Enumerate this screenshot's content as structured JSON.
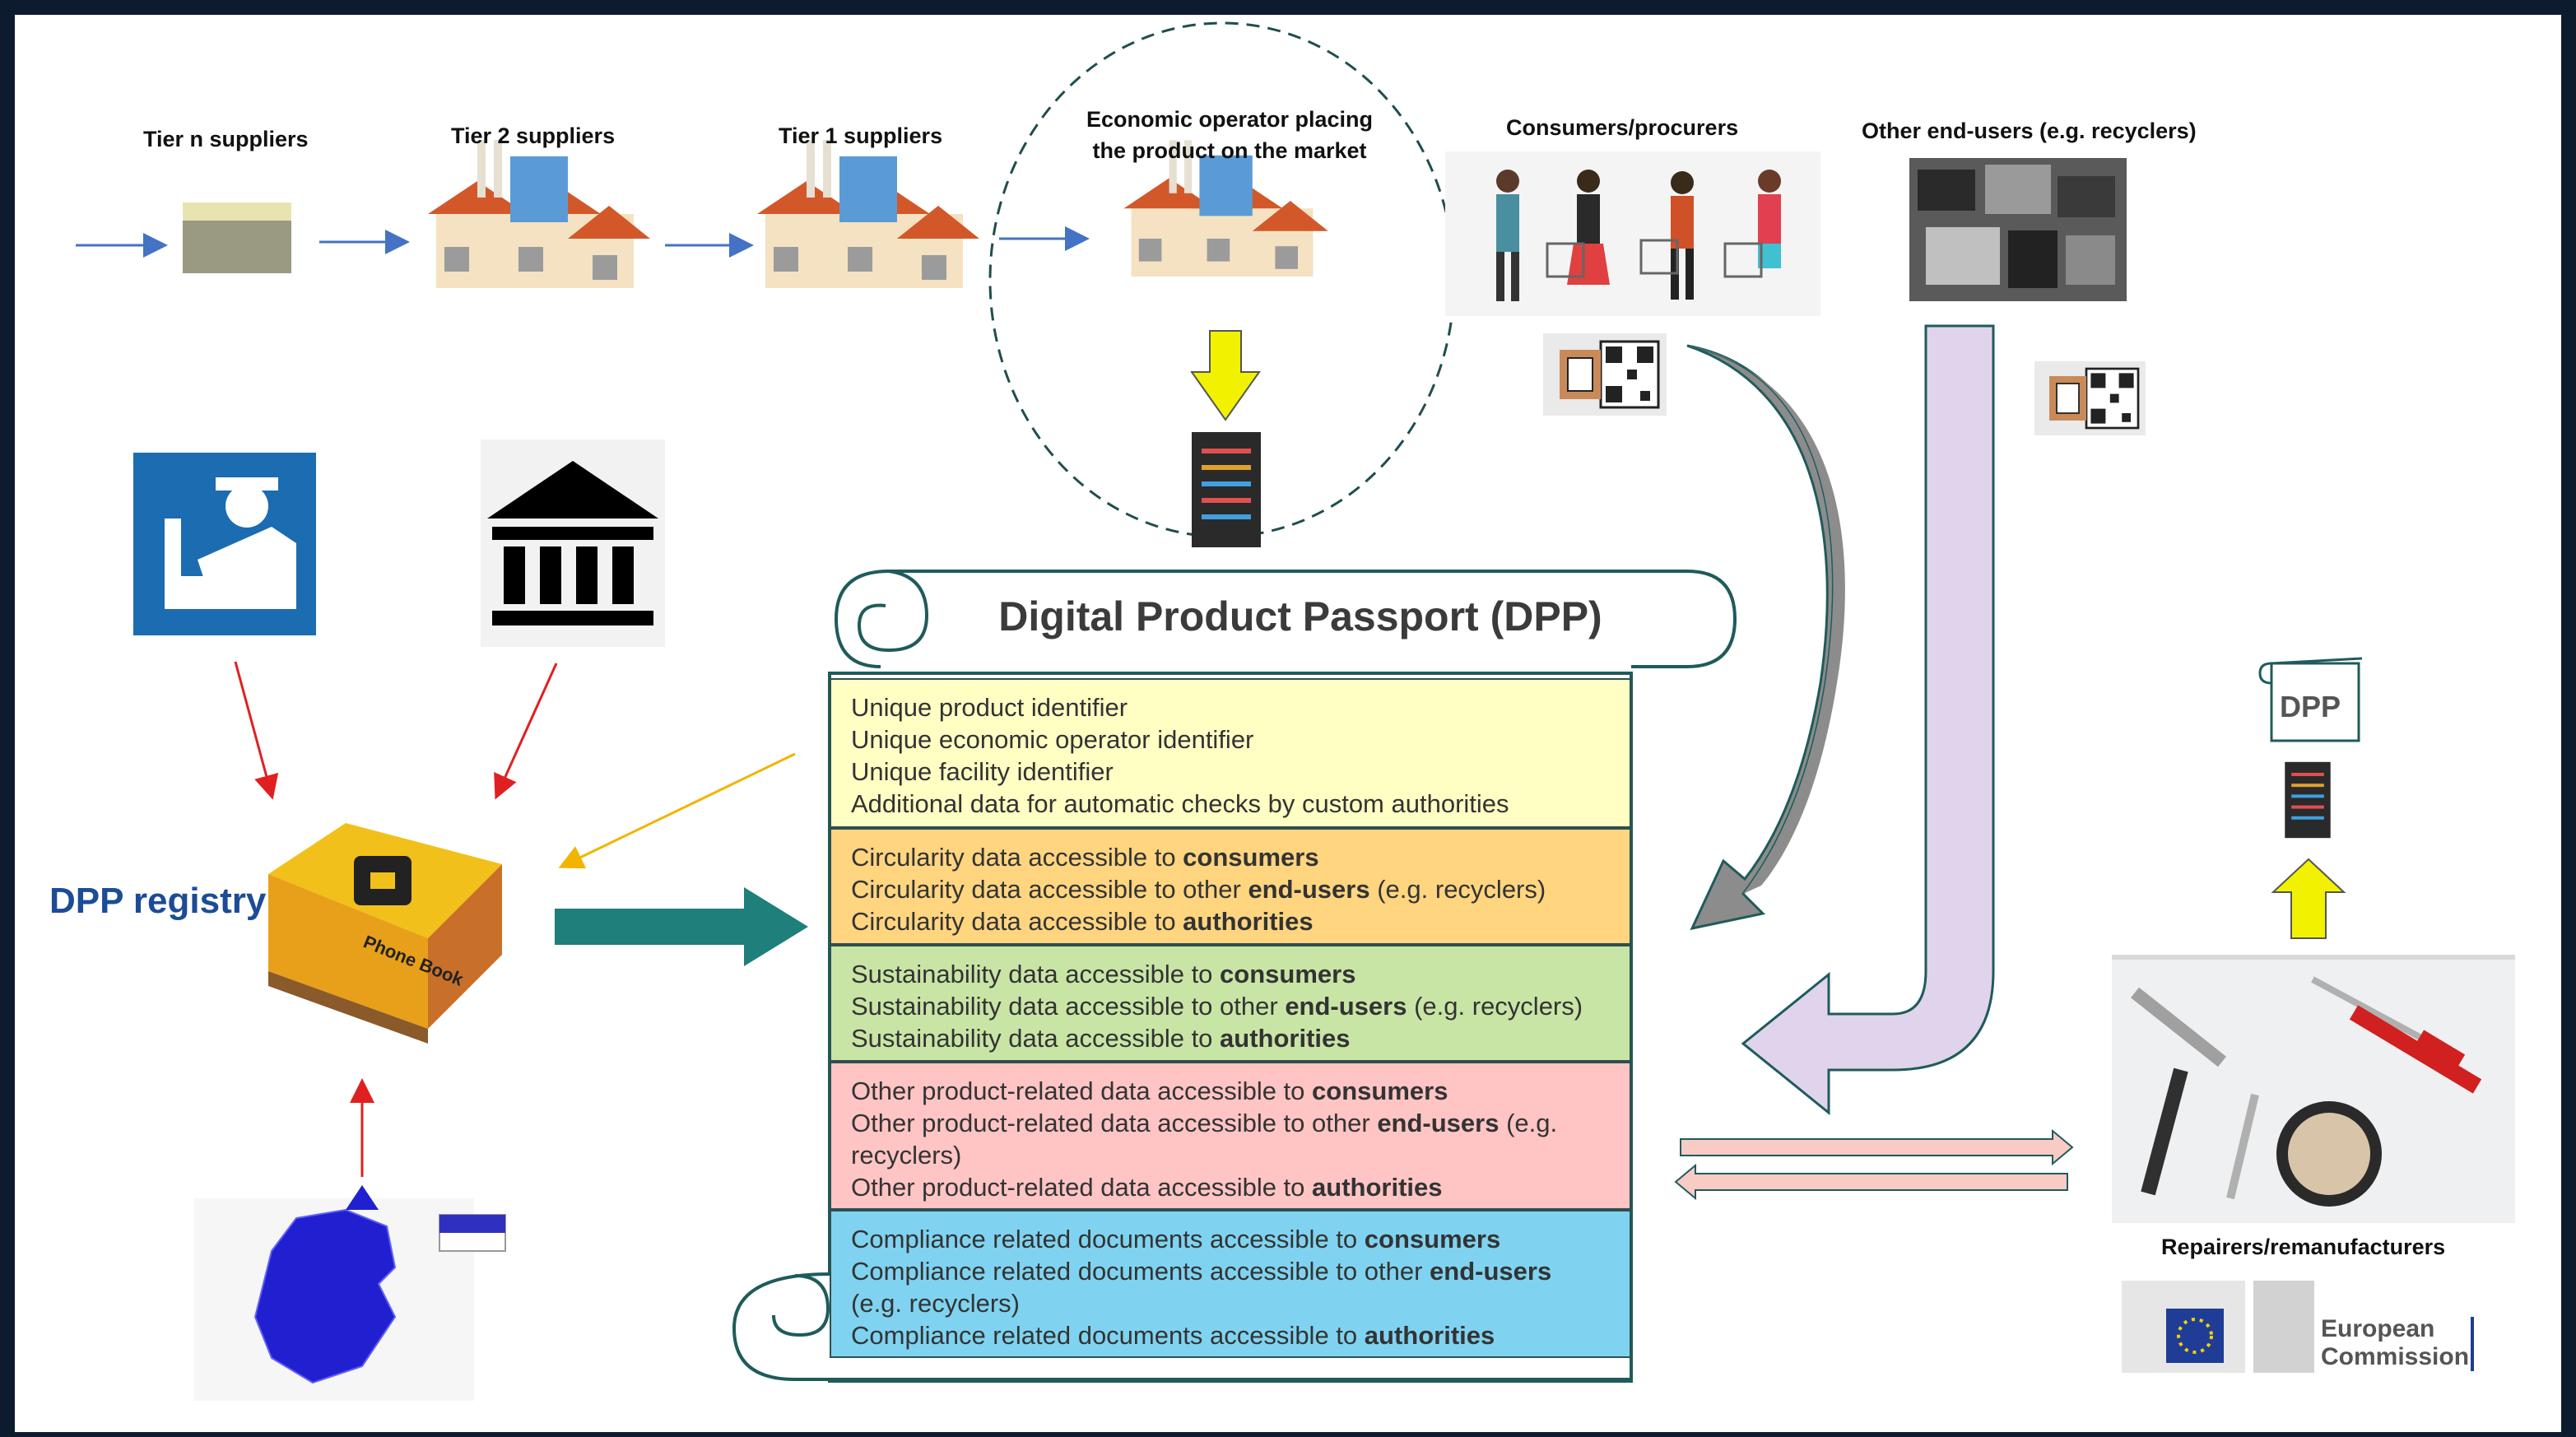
{
  "actors": {
    "tier_n": "Tier n suppliers",
    "tier_2": "Tier 2 suppliers",
    "tier_1": "Tier 1 suppliers",
    "operator": [
      "Economic operator placing",
      "the product on the market"
    ],
    "consumers": "Consumers/procurers",
    "other_end_users": "Other end-users (e.g. recyclers)",
    "repairers": "Repairers/remanufacturers"
  },
  "registry": "DPP registry",
  "phone_book": "Phone Book",
  "dpp": {
    "title": "Digital Product Passport (DPP)",
    "sections": [
      {
        "color": "#ffffc4",
        "lines": [
          [
            {
              "t": "Unique product identifier"
            }
          ],
          [
            {
              "t": "Unique economic operator identifier"
            }
          ],
          [
            {
              "t": "Unique facility identifier"
            }
          ],
          [
            {
              "t": "Additional data for automatic checks by custom authorities"
            }
          ]
        ]
      },
      {
        "color": "#ffd580",
        "lines": [
          [
            {
              "t": "Circularity data accessible to "
            },
            {
              "t": "consumers",
              "b": true
            }
          ],
          [
            {
              "t": "Circularity data accessible to other "
            },
            {
              "t": "end-users",
              "b": true
            },
            {
              "t": " (e.g. recyclers)"
            }
          ],
          [
            {
              "t": "Circularity data accessible to "
            },
            {
              "t": "authorities",
              "b": true
            }
          ]
        ]
      },
      {
        "color": "#c9e5a6",
        "lines": [
          [
            {
              "t": "Sustainability data accessible to "
            },
            {
              "t": "consumers",
              "b": true
            }
          ],
          [
            {
              "t": "Sustainability data accessible to other "
            },
            {
              "t": "end-users",
              "b": true
            },
            {
              "t": " (e.g. recyclers)"
            }
          ],
          [
            {
              "t": "Sustainability data accessible to "
            },
            {
              "t": "authorities",
              "b": true
            }
          ]
        ]
      },
      {
        "color": "#ffc4c4",
        "lines": [
          [
            {
              "t": "Other product-related data accessible to "
            },
            {
              "t": "consumers",
              "b": true
            }
          ],
          [
            {
              "t": "Other product-related data accessible to other "
            },
            {
              "t": "end-users",
              "b": true
            },
            {
              "t": " (e.g."
            }
          ],
          [
            {
              "t": "recyclers)"
            }
          ],
          [
            {
              "t": "Other product-related data accessible to "
            },
            {
              "t": "authorities",
              "b": true
            }
          ]
        ]
      },
      {
        "color": "#7fd3f0",
        "lines": [
          [
            {
              "t": "Compliance related documents accessible to "
            },
            {
              "t": "consumers",
              "b": true
            }
          ],
          [
            {
              "t": "Compliance related documents accessible to other "
            },
            {
              "t": "end-users",
              "b": true
            }
          ],
          [
            {
              "t": "(e.g. recyclers)"
            }
          ],
          [
            {
              "t": "Compliance related documents accessible to "
            },
            {
              "t": "authorities",
              "b": true
            }
          ]
        ]
      }
    ]
  },
  "dpp_small": "DPP",
  "commission": [
    "European",
    "Commission"
  ],
  "colors": {
    "background": "#0d1b2e",
    "canvas": "#ffffff",
    "flow_arrow": "#4472c4",
    "registry_arrow": "#e02020",
    "yellow_arrow": "#f2f200",
    "teal_arrow": "#1f7f7a",
    "lilac_arrow": "#e0d4ec",
    "pink_arrow": "#f8cbc4",
    "registry_text": "#1c4c96"
  },
  "icons": [
    "cotton-field-icon",
    "factory-icon",
    "server-icon",
    "shoppers-icon",
    "electronic-waste-icon",
    "qr-scan-icon",
    "customs-officer-icon",
    "government-building-icon",
    "phone-book-icon",
    "eu-map-icon",
    "tools-icon",
    "eu-commission-logo"
  ]
}
